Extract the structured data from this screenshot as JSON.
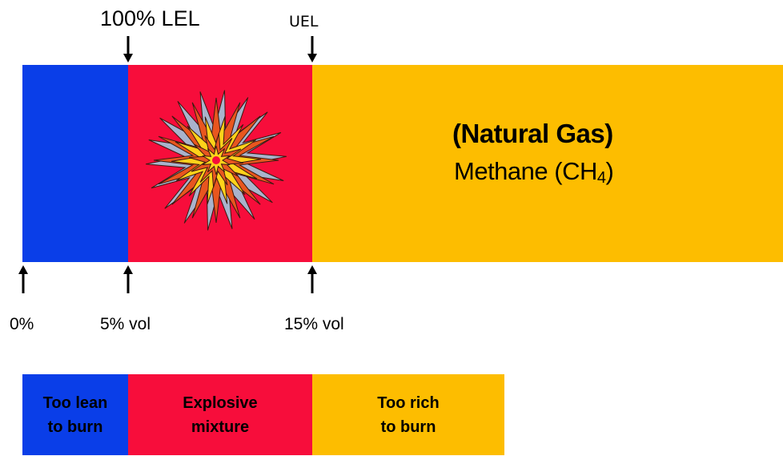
{
  "colors": {
    "lean": "#0a3ee8",
    "explosive": "#f70d3b",
    "rich": "#fdbd00",
    "arrow": "#000000",
    "burst_outer": "#a9b3cc",
    "burst_mid": "#e8561f",
    "burst_inner": "#ffd21a"
  },
  "markers": {
    "lel_label": "100% LEL",
    "uel_label": "UEL"
  },
  "scale": {
    "zero": "0%",
    "lel_vol": "5% vol",
    "uel_vol": "15% vol"
  },
  "gas": {
    "title": "(Natural Gas)",
    "name_prefix": "Methane (CH",
    "name_subscript": "4",
    "name_suffix": ")"
  },
  "icons": {
    "explosion": "explosion-burst-icon"
  },
  "legend": {
    "lean": {
      "line1": "Too lean",
      "line2": "to burn"
    },
    "explosive": {
      "line1": "Explosive",
      "line2": "mixture"
    },
    "rich": {
      "line1": "Too rich",
      "line2": "to burn"
    }
  }
}
